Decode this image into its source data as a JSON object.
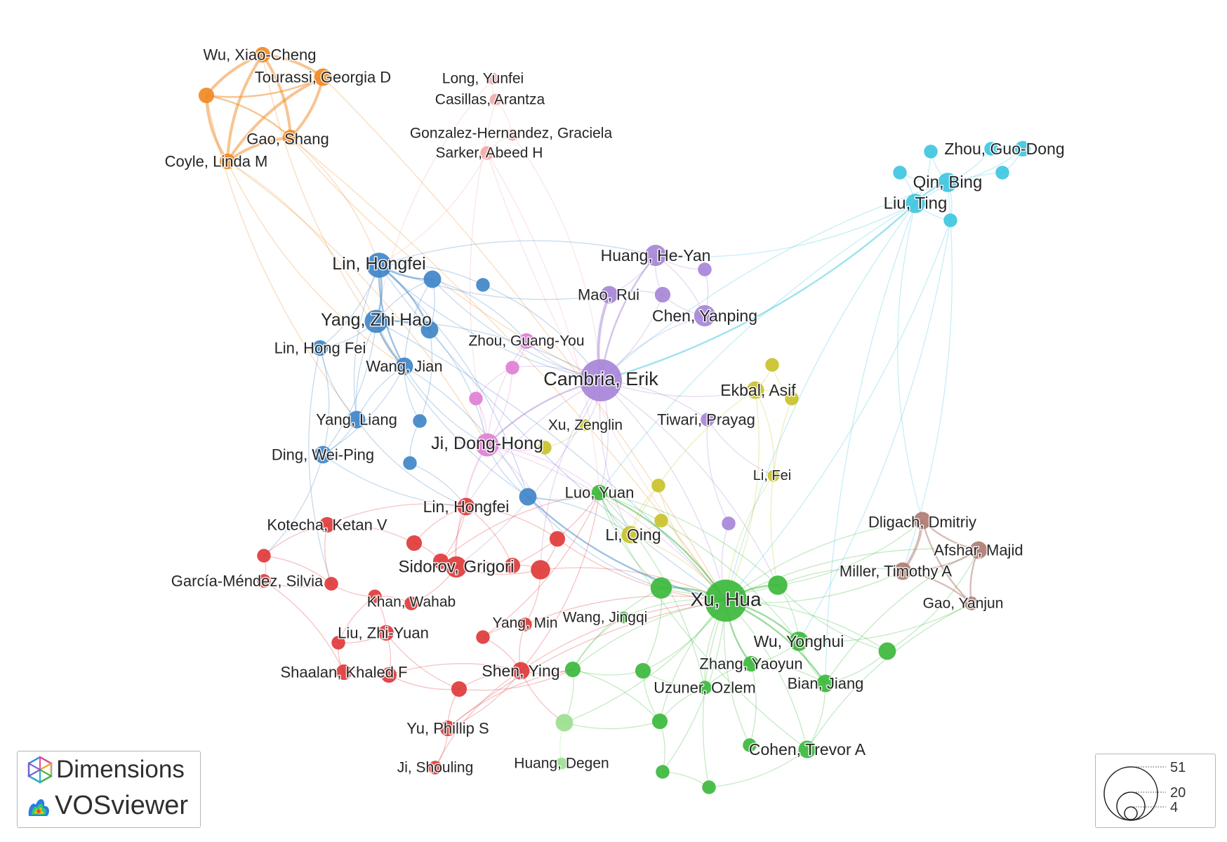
{
  "colors": {
    "orange": "#f08a24",
    "pink_light": "#f4a9a8",
    "cyan": "#3ec7e0",
    "blue": "#3f86c8",
    "purple": "#a786d8",
    "magenta": "#e07fd5",
    "yellow": "#c9c22a",
    "green": "#3cb83c",
    "light_green": "#9be08f",
    "red": "#e0393a",
    "brown": "#b07c72"
  },
  "network": {
    "nodes": [
      {
        "id": "wu_xiao_cheng",
        "label": "Wu, Xiao-Cheng",
        "color": "orange",
        "size": 6
      },
      {
        "id": "tourassi_georgia",
        "label": "Tourassi, Georgia D",
        "color": "orange",
        "size": 7
      },
      {
        "id": "orange_unlabeled",
        "label": "",
        "color": "orange",
        "size": 6
      },
      {
        "id": "gao_shang",
        "label": "Gao, Shang",
        "color": "orange",
        "size": 6
      },
      {
        "id": "coyle_linda",
        "label": "Coyle, Linda M",
        "color": "orange",
        "size": 6
      },
      {
        "id": "long_yunfei",
        "label": "Long, Yunfei",
        "color": "pink_light",
        "size": 4
      },
      {
        "id": "casillas_arantza",
        "label": "Casillas, Arantza",
        "color": "pink_light",
        "size": 4
      },
      {
        "id": "gonzalez_graciela",
        "label": "Gonzalez-Hernandez, Graciela",
        "color": "pink_light",
        "size": 4
      },
      {
        "id": "sarker_abeed",
        "label": "Sarker, Abeed H",
        "color": "pink_light",
        "size": 5
      },
      {
        "id": "zhou_guo_dong",
        "label": "Zhou, Guo-Dong",
        "color": "cyan",
        "size": 6
      },
      {
        "id": "cyan_a",
        "label": "",
        "color": "cyan",
        "size": 5
      },
      {
        "id": "cyan_b",
        "label": "",
        "color": "cyan",
        "size": 5
      },
      {
        "id": "cyan_c",
        "label": "",
        "color": "cyan",
        "size": 5
      },
      {
        "id": "cyan_d",
        "label": "",
        "color": "cyan",
        "size": 5
      },
      {
        "id": "qin_bing",
        "label": "Qin, Bing",
        "color": "cyan",
        "size": 8
      },
      {
        "id": "liu_ting",
        "label": "Liu, Ting",
        "color": "cyan",
        "size": 8
      },
      {
        "id": "cyan_e",
        "label": "",
        "color": "cyan",
        "size": 5
      },
      {
        "id": "lin_hongfei_blue",
        "label": "Lin, Hongfei",
        "color": "blue",
        "size": 11
      },
      {
        "id": "blue_a",
        "label": "",
        "color": "blue",
        "size": 7
      },
      {
        "id": "blue_b",
        "label": "",
        "color": "blue",
        "size": 5
      },
      {
        "id": "yang_zhi_hao",
        "label": "Yang, Zhi Hao",
        "color": "blue",
        "size": 10
      },
      {
        "id": "blue_c",
        "label": "",
        "color": "blue",
        "size": 7
      },
      {
        "id": "lin_hong_fei",
        "label": "Lin, Hong Fei",
        "color": "blue",
        "size": 6
      },
      {
        "id": "wang_jian",
        "label": "Wang, Jian",
        "color": "blue",
        "size": 7
      },
      {
        "id": "yang_liang",
        "label": "Yang, Liang",
        "color": "blue",
        "size": 7
      },
      {
        "id": "blue_d",
        "label": "",
        "color": "blue",
        "size": 5
      },
      {
        "id": "ding_wei_ping",
        "label": "Ding, Wei-Ping",
        "color": "blue",
        "size": 7
      },
      {
        "id": "blue_e",
        "label": "",
        "color": "blue",
        "size": 5
      },
      {
        "id": "blue_f",
        "label": "",
        "color": "blue",
        "size": 7
      },
      {
        "id": "huang_he_yan",
        "label": "Huang, He-Yan",
        "color": "purple",
        "size": 9
      },
      {
        "id": "purple_a",
        "label": "",
        "color": "purple",
        "size": 5
      },
      {
        "id": "mao_rui",
        "label": "Mao, Rui",
        "color": "purple",
        "size": 7
      },
      {
        "id": "purple_b",
        "label": "",
        "color": "purple",
        "size": 6
      },
      {
        "id": "chen_yanping",
        "label": "Chen, Yanping",
        "color": "purple",
        "size": 9
      },
      {
        "id": "cambria_erik",
        "label": "Cambria, Erik",
        "color": "purple",
        "size": 20
      },
      {
        "id": "tiwari_prayag",
        "label": "Tiwari, Prayag",
        "color": "purple",
        "size": 5
      },
      {
        "id": "purple_c",
        "label": "",
        "color": "purple",
        "size": 5
      },
      {
        "id": "zhou_guang_you",
        "label": "Zhou, Guang-You",
        "color": "magenta",
        "size": 6
      },
      {
        "id": "magenta_a",
        "label": "",
        "color": "magenta",
        "size": 5
      },
      {
        "id": "magenta_b",
        "label": "",
        "color": "magenta",
        "size": 5
      },
      {
        "id": "ji_dong_hong",
        "label": "Ji, Dong-Hong",
        "color": "magenta",
        "size": 10
      },
      {
        "id": "ekbal_asif",
        "label": "Ekbal, Asif",
        "color": "yellow",
        "size": 7
      },
      {
        "id": "yellow_a",
        "label": "",
        "color": "yellow",
        "size": 5
      },
      {
        "id": "yellow_b",
        "label": "",
        "color": "yellow",
        "size": 5
      },
      {
        "id": "xu_zenglin",
        "label": "Xu, Zenglin",
        "color": "yellow",
        "size": 4
      },
      {
        "id": "yellow_c",
        "label": "",
        "color": "yellow",
        "size": 5
      },
      {
        "id": "li_fei",
        "label": "Li, Fei",
        "color": "yellow",
        "size": 4
      },
      {
        "id": "yellow_d",
        "label": "",
        "color": "yellow",
        "size": 5
      },
      {
        "id": "yellow_e",
        "label": "",
        "color": "yellow",
        "size": 5
      },
      {
        "id": "li_qing",
        "label": "Li, Qing",
        "color": "yellow",
        "size": 7
      },
      {
        "id": "luo_yuan",
        "label": "Luo, Yuan",
        "color": "green",
        "size": 6
      },
      {
        "id": "xu_hua",
        "label": "Xu, Hua",
        "color": "green",
        "size": 20
      },
      {
        "id": "green_a",
        "label": "",
        "color": "green",
        "size": 9
      },
      {
        "id": "green_b",
        "label": "",
        "color": "green",
        "size": 8
      },
      {
        "id": "wang_jingqi",
        "label": "Wang, Jingqi",
        "color": "green",
        "size": 4
      },
      {
        "id": "wu_yonghui",
        "label": "Wu, Yonghui",
        "color": "green",
        "size": 8
      },
      {
        "id": "green_c",
        "label": "",
        "color": "green",
        "size": 7
      },
      {
        "id": "zhang_yaoyun",
        "label": "Zhang, Yaoyun",
        "color": "green",
        "size": 6
      },
      {
        "id": "bian_jiang",
        "label": "Bian, Jiang",
        "color": "green",
        "size": 7
      },
      {
        "id": "uzuner_ozlem",
        "label": "Uzuner, Ozlem",
        "color": "green",
        "size": 5
      },
      {
        "id": "green_d",
        "label": "",
        "color": "green",
        "size": 6
      },
      {
        "id": "green_e",
        "label": "",
        "color": "green",
        "size": 6
      },
      {
        "id": "green_f",
        "label": "",
        "color": "green",
        "size": 6
      },
      {
        "id": "cohen_trevor",
        "label": "Cohen, Trevor A",
        "color": "green",
        "size": 7
      },
      {
        "id": "green_g",
        "label": "",
        "color": "green",
        "size": 5
      },
      {
        "id": "green_h",
        "label": "",
        "color": "green",
        "size": 5
      },
      {
        "id": "green_i",
        "label": "",
        "color": "green",
        "size": 5
      },
      {
        "id": "light_green_a",
        "label": "",
        "color": "light_green",
        "size": 7
      },
      {
        "id": "huang_degen",
        "label": "Huang, Degen",
        "color": "light_green",
        "size": 4
      },
      {
        "id": "dligach_dmitriy",
        "label": "Dligach, Dmitriy",
        "color": "brown",
        "size": 7
      },
      {
        "id": "afshar_majid",
        "label": "Afshar, Majid",
        "color": "brown",
        "size": 7
      },
      {
        "id": "miller_timothy",
        "label": "Miller, Timothy A",
        "color": "brown",
        "size": 7
      },
      {
        "id": "gao_yanjun",
        "label": "Gao, Yanjun",
        "color": "brown",
        "size": 5
      },
      {
        "id": "lin_hongfei_red",
        "label": "Lin, Hongfei",
        "color": "red",
        "size": 7
      },
      {
        "id": "kotecha_ketan",
        "label": "Kotecha, Ketan V",
        "color": "red",
        "size": 6
      },
      {
        "id": "red_a",
        "label": "",
        "color": "red",
        "size": 6
      },
      {
        "id": "red_b",
        "label": "",
        "color": "red",
        "size": 5
      },
      {
        "id": "red_c",
        "label": "",
        "color": "red",
        "size": 6
      },
      {
        "id": "garcia_silvia",
        "label": "García-Méndez, Silvia",
        "color": "red",
        "size": 5
      },
      {
        "id": "red_d",
        "label": "",
        "color": "red",
        "size": 5
      },
      {
        "id": "sidorov_grigori",
        "label": "Sidorov, Grigori",
        "color": "red",
        "size": 9
      },
      {
        "id": "red_e",
        "label": "",
        "color": "red",
        "size": 6
      },
      {
        "id": "red_f",
        "label": "",
        "color": "red",
        "size": 8
      },
      {
        "id": "red_g",
        "label": "",
        "color": "red",
        "size": 6
      },
      {
        "id": "red_h",
        "label": "",
        "color": "red",
        "size": 5
      },
      {
        "id": "khan_wahab",
        "label": "Khan, Wahab",
        "color": "red",
        "size": 5
      },
      {
        "id": "liu_zhi_yuan",
        "label": "Liu, Zhi-Yuan",
        "color": "red",
        "size": 6
      },
      {
        "id": "red_i",
        "label": "",
        "color": "red",
        "size": 5
      },
      {
        "id": "yang_min",
        "label": "Yang, Min",
        "color": "red",
        "size": 5
      },
      {
        "id": "red_j",
        "label": "",
        "color": "red",
        "size": 5
      },
      {
        "id": "shaalan_khaled",
        "label": "Shaalan, Khaled F",
        "color": "red",
        "size": 6
      },
      {
        "id": "red_k",
        "label": "",
        "color": "red",
        "size": 6
      },
      {
        "id": "shen_ying",
        "label": "Shen, Ying",
        "color": "red",
        "size": 7
      },
      {
        "id": "red_l",
        "label": "",
        "color": "red",
        "size": 6
      },
      {
        "id": "yu_phillip",
        "label": "Yu, Phillip S",
        "color": "red",
        "size": 6
      },
      {
        "id": "ji_shouling",
        "label": "Ji, Shouling",
        "color": "red",
        "size": 5
      }
    ]
  },
  "branding": {
    "dimensions_text": "Dimensions",
    "vosviewer_text": "VOSviewer"
  },
  "size_legend": {
    "values": [
      "51",
      "20",
      "4"
    ]
  }
}
